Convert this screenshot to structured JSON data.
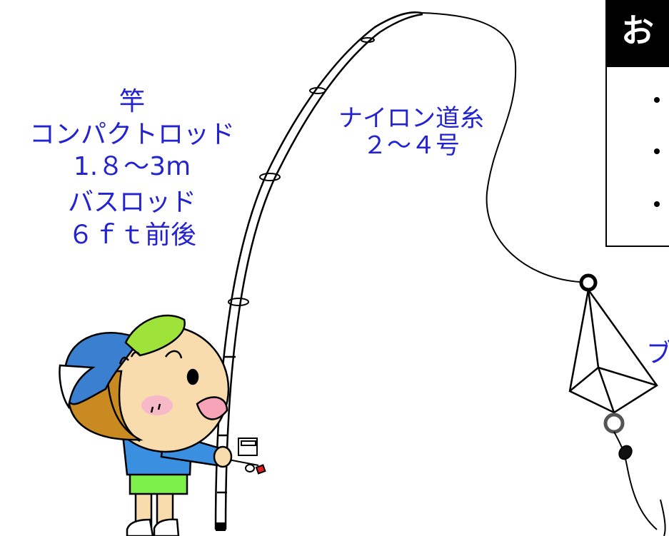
{
  "rod_label": {
    "title": "竿",
    "compact_name": "コンパクトロッド",
    "compact_length": "1.８〜3m",
    "bass_name": "バスロッド",
    "bass_length": "６ｆｔ前後"
  },
  "line_label": {
    "name": "ナイロン道糸",
    "size": "２〜４号"
  },
  "box": {
    "title": "お",
    "bullet_count": 3
  },
  "cut_label": "ブ",
  "colors": {
    "label_blue": "#2323d2",
    "cap_blue": "#3a7fd0",
    "cap_green": "#9fe23a",
    "hair_brown": "#c98a22",
    "skin": "#f8dcae",
    "shirt_blue": "#3b8fe0",
    "shorts_green": "#7ef04a",
    "cheek_pink": "#f7b9c8",
    "mouth_pink": "#f7a3b8",
    "reel_red": "#e02020"
  }
}
